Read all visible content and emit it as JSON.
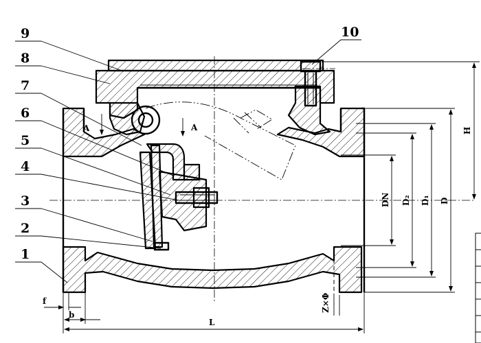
{
  "part_numbers": [
    "1",
    "2",
    "3",
    "4",
    "5",
    "6",
    "7",
    "8",
    "9",
    "10"
  ],
  "section_mark": "A",
  "dimensions": {
    "H": "H",
    "D": "D",
    "D1": "D₁",
    "D2": "D₂",
    "DN": "DN",
    "L": "L",
    "f": "f",
    "b": "b",
    "Z": "Z×Φ"
  }
}
